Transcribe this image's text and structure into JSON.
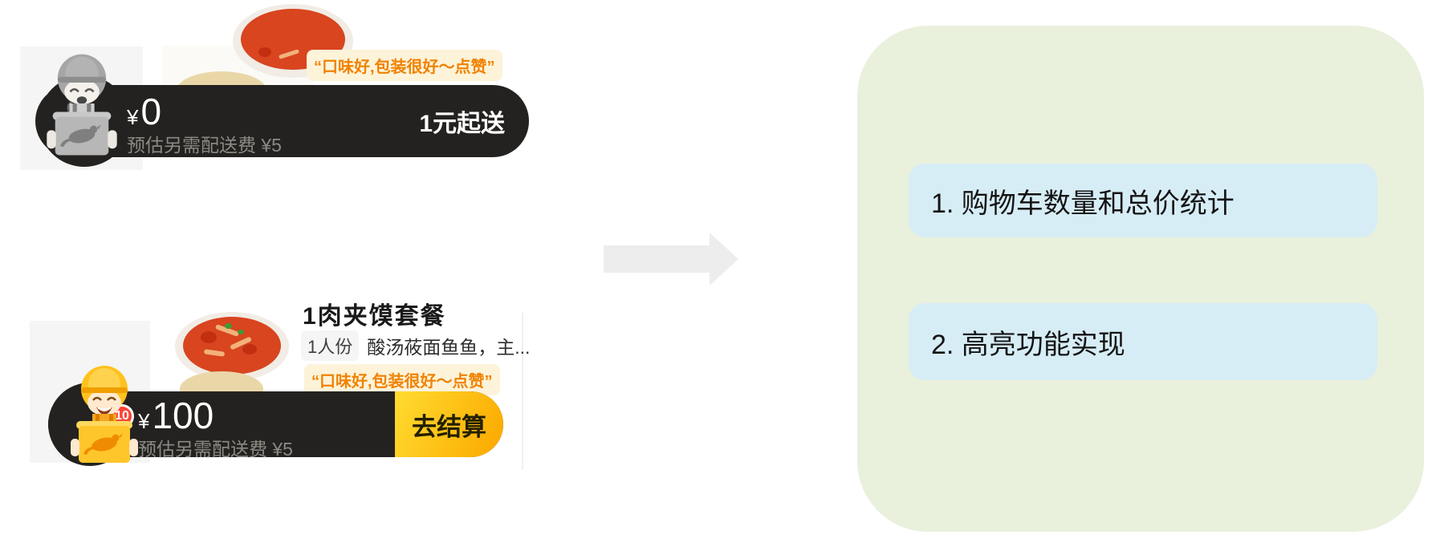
{
  "cart_empty": {
    "review_quote": "“口味好,包装很好～点赞”",
    "price_currency": "¥",
    "price_value": "0",
    "delivery_fee_note": "预估另需配送费 ¥5",
    "min_order_label": "1元起送"
  },
  "cart_filled": {
    "product_title_clipped": "1肉夹馍套餐",
    "portion_tag": "1人份",
    "product_desc": "酸汤莜面鱼鱼，主...",
    "review_quote": "“口味好,包装很好～点赞”",
    "badge_count": "10",
    "price_currency": "¥",
    "price_value": "100",
    "delivery_fee_note": "预估另需配送费 ¥5",
    "checkout_label": "去结算"
  },
  "right_panel": {
    "items": [
      "1. 购物车数量和总价统计",
      "2. 高亮功能实现"
    ]
  },
  "colors": {
    "cart_bar_bg": "#242220",
    "checkout_yellow_start": "#ffd92e",
    "checkout_yellow_end": "#fcaa00",
    "badge_red": "#fa4338",
    "review_text_orange": "#f08200",
    "review_chip_bg": "#fdf3d9",
    "panel_green": "#e9f0dc",
    "feature_box_blue": "#d7edf6",
    "muted_note_gray": "#8b8a84"
  }
}
